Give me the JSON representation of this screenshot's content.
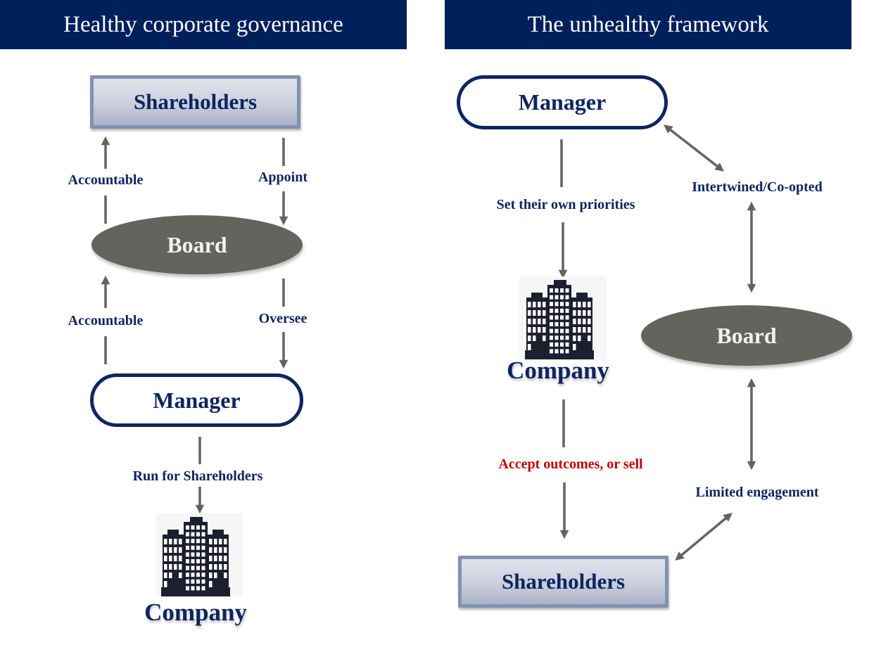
{
  "left_panel": {
    "title": "Healthy corporate governance",
    "shareholders": "Shareholders",
    "board": "Board",
    "manager": "Manager",
    "company": "Company",
    "labels": {
      "accountable_top": "Accountable",
      "appoint": "Appoint",
      "accountable_bottom": "Accountable",
      "oversee": "Oversee",
      "run_for_shareholders": "Run for Shareholders"
    },
    "icons": {
      "company": "office-buildings-icon"
    }
  },
  "right_panel": {
    "title": "The unhealthy framework",
    "manager": "Manager",
    "company": "Company",
    "board": "Board",
    "shareholders": "Shareholders",
    "labels": {
      "set_priorities": "Set their own priorities",
      "intertwined": "Intertwined/Co-opted",
      "accept_outcomes": "Accept outcomes, or sell",
      "limited_engagement": "Limited engagement"
    },
    "icons": {
      "company": "office-buildings-icon"
    }
  },
  "colors": {
    "header_bg": "#00205b",
    "navy_text": "#0d2560",
    "warning_red": "#c00000",
    "board_gray": "#64635e",
    "arrow_gray": "#64635e",
    "shareholder_border": "#8391b1"
  }
}
